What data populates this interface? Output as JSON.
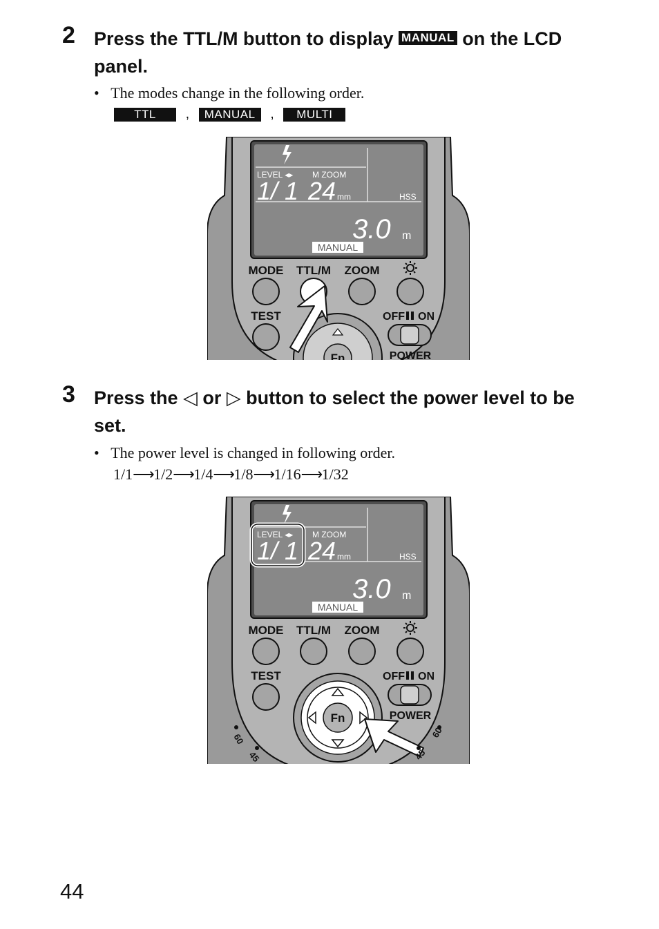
{
  "step2": {
    "number": "2",
    "heading_part1": "Press the TTL/M button to display",
    "heading_badge": "MANUAL",
    "heading_part2": "on the LCD",
    "heading_line2": "panel.",
    "bullet": "The modes change in the following order.",
    "modes": [
      "TTL",
      "MANUAL",
      "MULTI"
    ],
    "separator": ","
  },
  "step3": {
    "number": "3",
    "heading_part1": "Press the",
    "left_symbol": "◁",
    "heading_or": "or",
    "right_symbol": "▷",
    "heading_part2": "button to select the power level to be",
    "heading_line2": "set.",
    "bullet": "The power level is changed in following order.",
    "levels": [
      "1/1",
      "1/2",
      "1/4",
      "1/8",
      "1/16",
      "1/32"
    ]
  },
  "device": {
    "level_label": "LEVEL ◂▸",
    "zoom_label": "M ZOOM",
    "level_value": "1/ 1",
    "zoom_value": "24",
    "zoom_unit": "mm",
    "hss": "HSS",
    "distance_value": "3.0",
    "distance_unit": "m",
    "mode_badge": "MANUAL",
    "btn_mode": "MODE",
    "btn_ttlm": "TTL/M",
    "btn_zoom": "ZOOM",
    "btn_test": "TEST",
    "switch_off": "OFF",
    "switch_on": "ON",
    "power": "POWER",
    "fn": "Fn",
    "angle_60": "60",
    "angle_45": "45"
  },
  "page_number": "44"
}
